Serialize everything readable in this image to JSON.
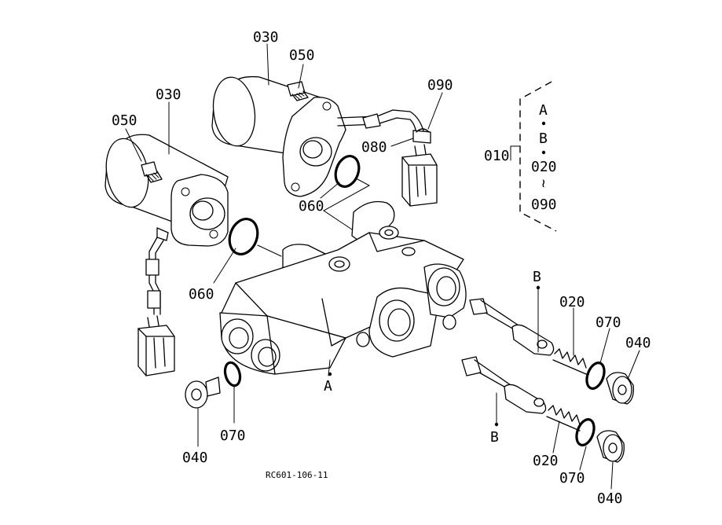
{
  "labels": {
    "solenoid_upper": "030",
    "solenoid_left": "030",
    "bolt_upper": "050",
    "bolt_left": "050",
    "connector_clip": "090",
    "harness_clip": "080",
    "oring_upper": "060",
    "oring_left": "060",
    "assembly": "010",
    "plug_left": "040",
    "plug_right_top": "040",
    "plug_right_bottom": "040",
    "oring_plug_left": "070",
    "oring_plug_right_top": "070",
    "oring_plug_right_bottom": "070",
    "spring_top": "020",
    "spring_bottom": "020",
    "body": "A",
    "spool_top": "B",
    "spool_bottom": "B"
  },
  "assembly_bracket": [
    "A",
    "B",
    "020",
    "~",
    "090"
  ],
  "drawing_code": "RC601-106-11"
}
